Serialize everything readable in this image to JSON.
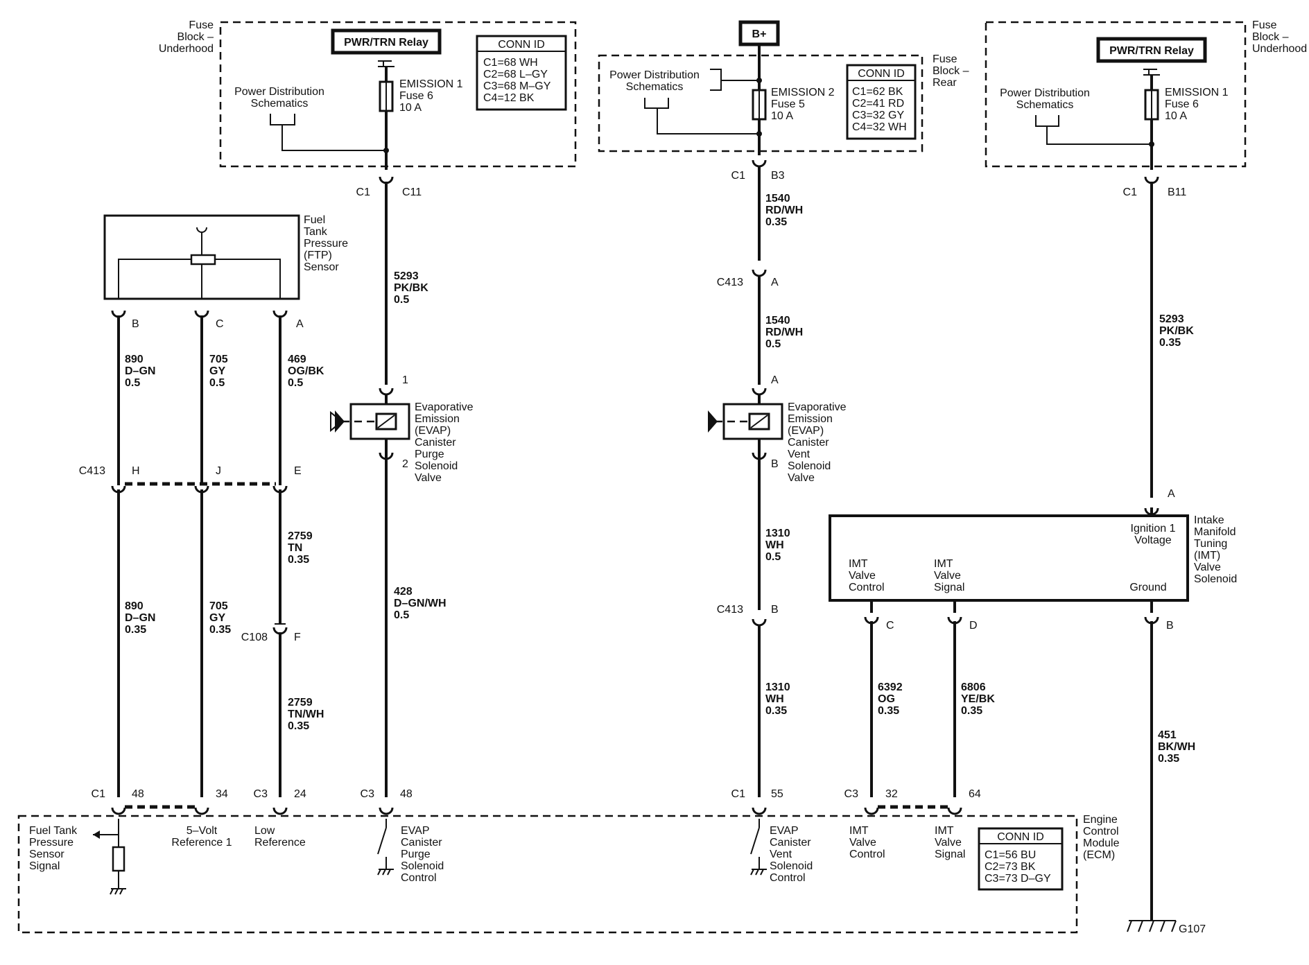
{
  "fuse_block_left": {
    "title": [
      "Fuse",
      "Block –",
      "Underhood"
    ],
    "relay": "PWR/TRN Relay",
    "schematics": [
      "Power Distribution",
      "Schematics"
    ],
    "fuse": [
      "EMISSION 1",
      "Fuse 6",
      "10 A"
    ],
    "conn_title": "CONN ID",
    "conn": [
      "C1=68 WH",
      "C2=68 L–GY",
      "C3=68 M–GY",
      "C4=12 BK"
    ]
  },
  "fuse_block_rear": {
    "title": [
      "Fuse",
      "Block –",
      "Rear"
    ],
    "bplus": "B+",
    "schematics": [
      "Power Distribution",
      "Schematics"
    ],
    "fuse": [
      "EMISSION 2",
      "Fuse 5",
      "10 A"
    ],
    "conn_title": "CONN ID",
    "conn": [
      "C1=62 BK",
      "C2=41 RD",
      "C3=32 GY",
      "C4=32 WH"
    ]
  },
  "fuse_block_right": {
    "title": [
      "Fuse",
      "Block –",
      "Underhood"
    ],
    "relay": "PWR/TRN Relay",
    "schematics": [
      "Power Distribution",
      "Schematics"
    ],
    "fuse": [
      "EMISSION 1",
      "Fuse 6",
      "10 A"
    ]
  },
  "ftp_sensor": {
    "label": [
      "Fuel",
      "Tank",
      "Pressure",
      "(FTP)",
      "Sensor"
    ],
    "pins": [
      "B",
      "C",
      "A"
    ]
  },
  "evap_purge": {
    "label": [
      "Evaporative",
      "Emission",
      "(EVAP)",
      "Canister",
      "Purge",
      "Solenoid",
      "Valve"
    ],
    "pin_top": "1",
    "pin_bottom": "2"
  },
  "evap_vent": {
    "label": [
      "Evaporative",
      "Emission",
      "(EVAP)",
      "Canister",
      "Vent",
      "Solenoid",
      "Valve"
    ],
    "pin_top": "A",
    "pin_bottom": "B"
  },
  "imt": {
    "label": [
      "Intake",
      "Manifold",
      "Tuning",
      "(IMT)",
      "Valve",
      "Solenoid"
    ],
    "ign": [
      "Ignition 1",
      "Voltage"
    ],
    "ctrl": [
      "IMT",
      "Valve",
      "Control"
    ],
    "sig": [
      "IMT",
      "Valve",
      "Signal"
    ],
    "ground": "Ground",
    "pin_a": "A",
    "pin_c": "C",
    "pin_d": "D",
    "pin_b": "B"
  },
  "ecm": {
    "title": [
      "Engine",
      "Control",
      "Module",
      "(ECM)"
    ],
    "ftp_signal": [
      "Fuel Tank",
      "Pressure",
      "Sensor",
      "Signal"
    ],
    "ref5v": [
      "5–Volt",
      "Reference 1"
    ],
    "lowref": [
      "Low",
      "Reference"
    ],
    "purge_ctrl": [
      "EVAP",
      "Canister",
      "Purge",
      "Solenoid",
      "Control"
    ],
    "vent_ctrl": [
      "EVAP",
      "Canister",
      "Vent",
      "Solenoid",
      "Control"
    ],
    "imt_ctrl": [
      "IMT",
      "Valve",
      "Control"
    ],
    "imt_sig": [
      "IMT",
      "Valve",
      "Signal"
    ],
    "conn_title": "CONN ID",
    "conn": [
      "C1=56 BU",
      "C2=73 BK",
      "C3=73 D–GY"
    ]
  },
  "connectors": {
    "c1": "C1",
    "c11": "C11",
    "b3": "B3",
    "b11": "B11",
    "c413": "C413",
    "c108": "C108",
    "c3": "C3",
    "h": "H",
    "j": "J",
    "e": "E",
    "f": "F",
    "a": "A",
    "b": "B",
    "p48a": "48",
    "p34": "34",
    "p24": "24",
    "p48b": "48",
    "p55": "55",
    "p32": "32",
    "p64": "64"
  },
  "wires": {
    "w890a": [
      "890",
      "D–GN",
      "0.5"
    ],
    "w705a": [
      "705",
      "GY",
      "0.5"
    ],
    "w469": [
      "469",
      "OG/BK",
      "0.5"
    ],
    "w890b": [
      "890",
      "D–GN",
      "0.35"
    ],
    "w705b": [
      "705",
      "GY",
      "0.35"
    ],
    "w2759a": [
      "2759",
      "TN",
      "0.35"
    ],
    "w2759b": [
      "2759",
      "TN/WH",
      "0.35"
    ],
    "w5293a": [
      "5293",
      "PK/BK",
      "0.5"
    ],
    "w428": [
      "428",
      "D–GN/WH",
      "0.5"
    ],
    "w1540a": [
      "1540",
      "RD/WH",
      "0.35"
    ],
    "w1540b": [
      "1540",
      "RD/WH",
      "0.5"
    ],
    "w1310a": [
      "1310",
      "WH",
      "0.5"
    ],
    "w1310b": [
      "1310",
      "WH",
      "0.35"
    ],
    "w5293b": [
      "5293",
      "PK/BK",
      "0.35"
    ],
    "w6392": [
      "6392",
      "OG",
      "0.35"
    ],
    "w6806": [
      "6806",
      "YE/BK",
      "0.35"
    ],
    "w451": [
      "451",
      "BK/WH",
      "0.35"
    ]
  },
  "ground": "G107"
}
